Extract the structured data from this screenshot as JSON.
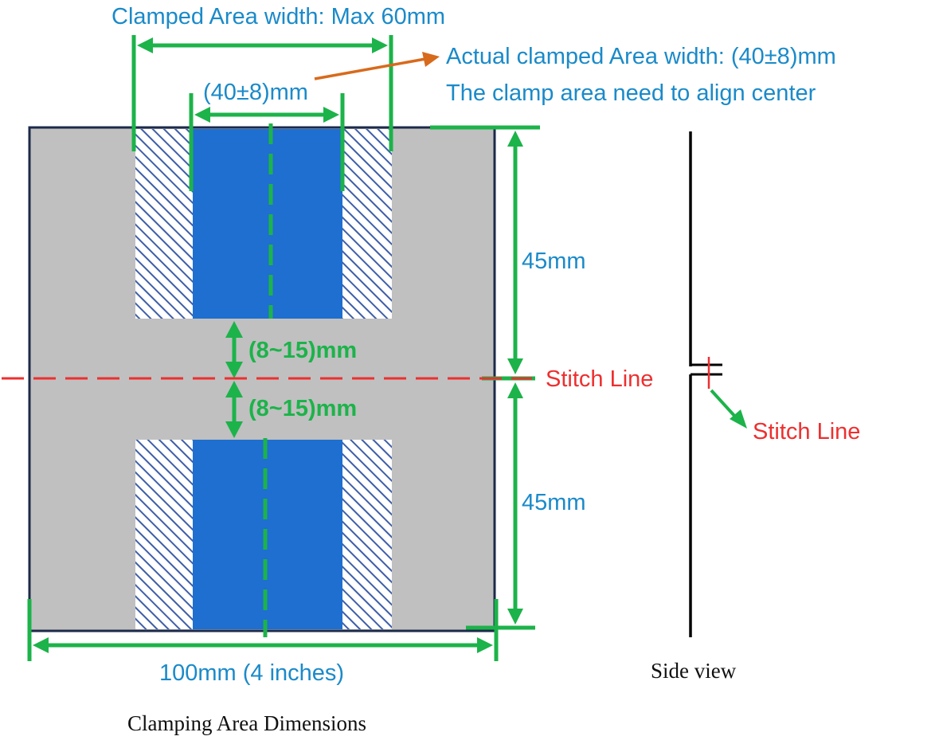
{
  "labels": {
    "clamped_max": "Clamped Area width: Max 60mm",
    "actual_width": "Actual clamped Area width: (40±8)mm",
    "align_center": "The clamp area need to align center",
    "inner_width": "(40±8)mm",
    "height_top": "45mm",
    "height_bottom": "45mm",
    "gap_top": "(8~15)mm",
    "gap_bottom": "(8~15)mm",
    "stitch_line": "Stitch Line",
    "stitch_line_side": "Stitch Line",
    "bottom_width": "100mm (4 inches)",
    "side_view": "Side view",
    "caption": "Clamping Area Dimensions"
  },
  "colors": {
    "dimension_green": "#1cb34a",
    "label_blue": "#1a8ac9",
    "specimen_gray": "#c0c0c0",
    "clamp_blue": "#1e6fd0",
    "hatch_blue": "#3e5ea8",
    "stitch_red": "#ee2f2f",
    "pointer_orange": "#d86a1c",
    "outline_navy": "#1c2a4a"
  }
}
